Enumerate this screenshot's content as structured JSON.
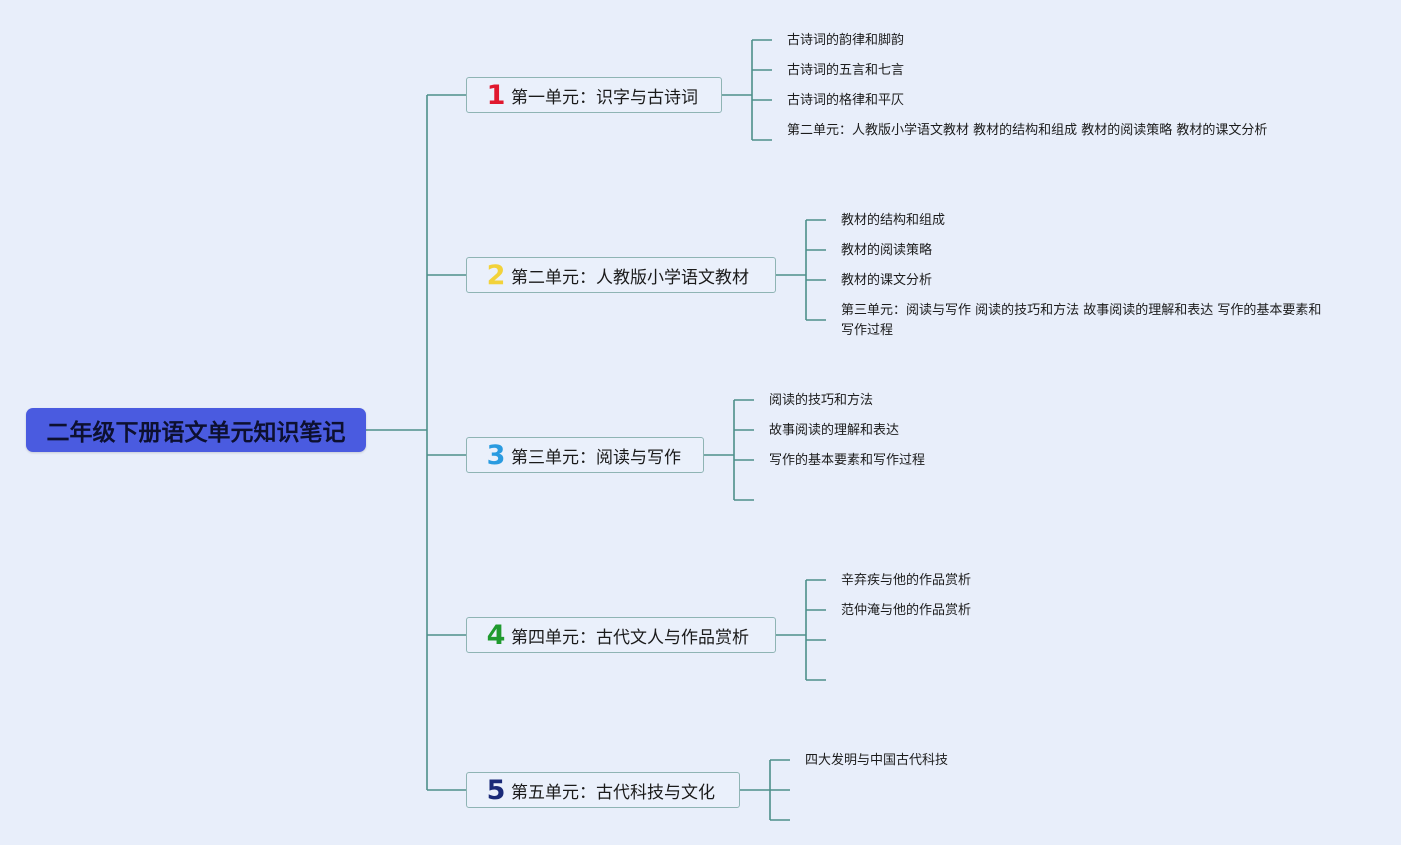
{
  "root": {
    "title": "二年级下册语文单元知识笔记",
    "color": "#4a5be0"
  },
  "line_color": "#4d8f8a",
  "branches": [
    {
      "number": "1",
      "number_color": "#e0182e",
      "label": "第一单元：识字与古诗词",
      "children": [
        "古诗词的韵律和脚韵",
        "古诗词的五言和七言",
        "古诗词的格律和平仄",
        "第二单元：人教版小学语文教材 教材的结构和组成 教材的阅读策略 教材的课文分析"
      ]
    },
    {
      "number": "2",
      "number_color": "#f2d23a",
      "label": "第二单元：人教版小学语文教材",
      "children": [
        "教材的结构和组成",
        "教材的阅读策略",
        "教材的课文分析",
        "第三单元：阅读与写作 阅读的技巧和方法 故事阅读的理解和表达 写作的基本要素和写作过程"
      ]
    },
    {
      "number": "3",
      "number_color": "#2a9be0",
      "label": "第三单元：阅读与写作",
      "children": [
        "阅读的技巧和方法",
        "故事阅读的理解和表达",
        "写作的基本要素和写作过程",
        ""
      ]
    },
    {
      "number": "4",
      "number_color": "#1f9a2e",
      "label": "第四单元：古代文人与作品赏析",
      "children": [
        "辛弃疾与他的作品赏析",
        "范仲淹与他的作品赏析",
        "",
        ""
      ]
    },
    {
      "number": "5",
      "number_color": "#1a2a78",
      "label": "第五单元：古代科技与文化",
      "children": [
        "四大发明与中国古代科技",
        "",
        ""
      ]
    }
  ]
}
